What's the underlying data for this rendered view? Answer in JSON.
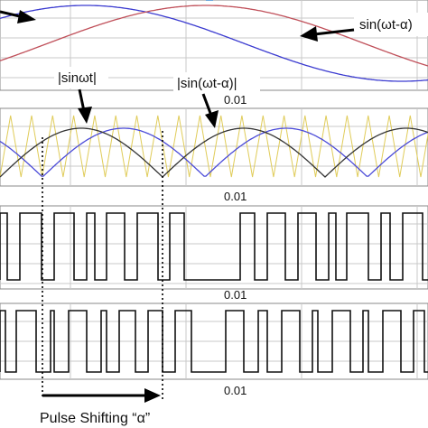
{
  "panels": [
    {
      "id": "sines",
      "tick_label": "0.01"
    },
    {
      "id": "rectified",
      "tick_label": "0.01"
    },
    {
      "id": "pulse-a",
      "tick_label": "0.01"
    },
    {
      "id": "pulse-b",
      "tick_label": "0.01"
    }
  ],
  "annotations": {
    "sin_shifted": "sin(ωt-α)",
    "abs_sin": "|sinωt|",
    "abs_sin_shifted": "|sin(ωt-α)|",
    "pulse_shift": "Pulse Shifting “α”"
  },
  "colors": {
    "sin_wt": "#3b3bd0",
    "sin_shifted": "#c0505a",
    "abs_sin": "#4a4ad8",
    "abs_sin_shifted": "#333333",
    "carrier": "#e0cc5a",
    "pulse": "#111111",
    "grid": "#c8c8c8",
    "panel_border": "#888888",
    "top_arrow": "#6fa8dc"
  },
  "chart_data": {
    "type": "line",
    "title": "",
    "x_tick_label": "0.01",
    "phase_shift_alpha_fraction_of_period": 0.19,
    "series": [
      {
        "name": "sin(ωt-α)",
        "shape": "sine"
      },
      {
        "name": "|sinωt|",
        "shape": "rectified sine"
      },
      {
        "name": "|sin(ωt-α)|",
        "shape": "rectified sine"
      }
    ]
  }
}
